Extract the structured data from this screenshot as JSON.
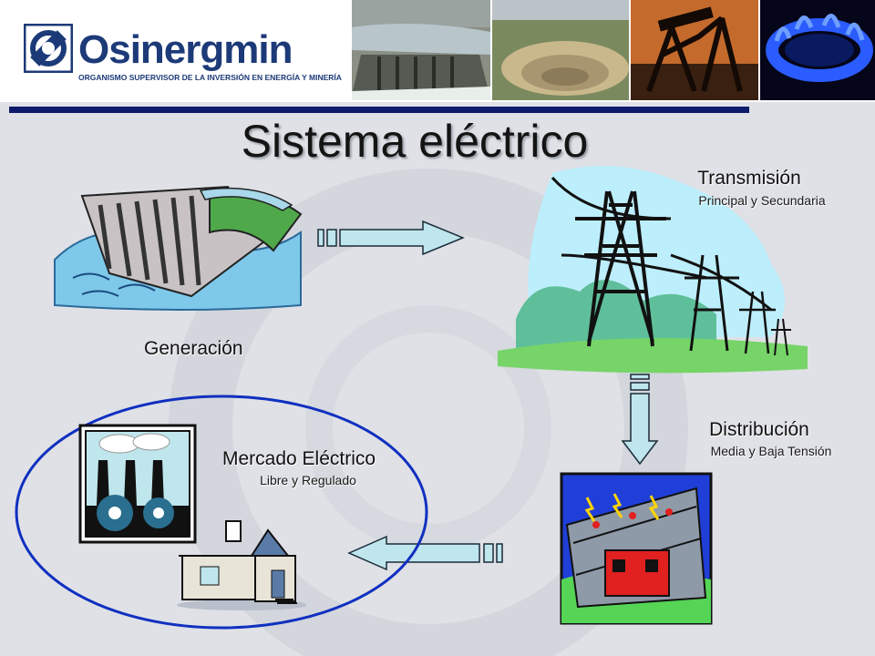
{
  "header": {
    "logo_name": "Osinergmin",
    "logo_subtitle": "ORGANISMO SUPERVISOR DE LA INVERSIÓN EN ENERGÍA Y MINERÍA",
    "photos": [
      "hydro-dam-photo",
      "open-pit-mine-photo",
      "oil-pumpjack-photo",
      "gas-flame-photo"
    ]
  },
  "title": "Sistema eléctrico",
  "nodes": {
    "generacion": {
      "label": "Generación"
    },
    "transmision": {
      "label": "Transmisión",
      "sublabel": "Principal y Secundaria"
    },
    "distribucion": {
      "label": "Distribución",
      "sublabel": "Media y Baja Tensión"
    },
    "mercado": {
      "label": "Mercado Eléctrico",
      "sublabel": "Libre y Regulado"
    }
  },
  "colors": {
    "brand_navy": "#1d3a78",
    "rule_navy": "#0e1a6a",
    "ellipse_blue": "#1030c0",
    "arrow_fill": "#bfe6ec"
  }
}
